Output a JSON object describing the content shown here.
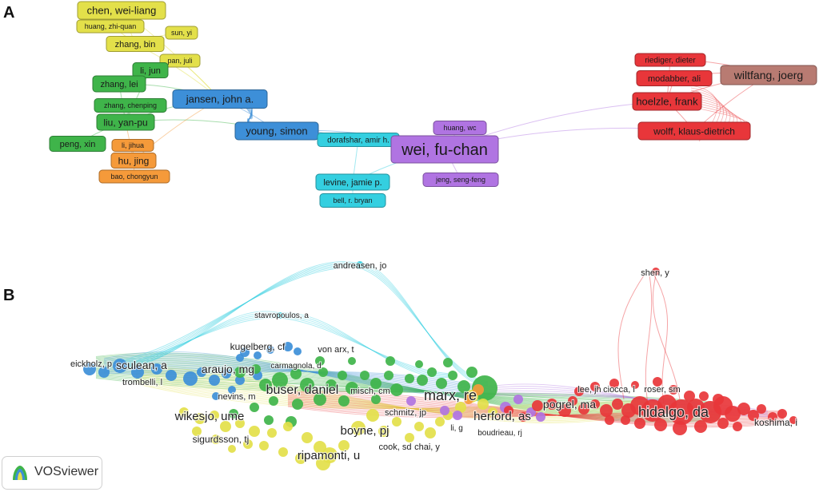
{
  "panels": [
    {
      "label": "A"
    },
    {
      "label": "B"
    }
  ],
  "logo": {
    "text": "VOSviewer"
  },
  "colors": {
    "yellow": "#e3e04a",
    "green": "#3fb44a",
    "blue": "#3d8fd8",
    "cyan": "#34cfe0",
    "purple": "#b074e2",
    "red": "#e8363a",
    "brown": "#b87b72",
    "orange": "#f59a3a"
  },
  "network_a": {
    "nodes": [
      {
        "label": "chen, wei-liang",
        "cluster": "yellow"
      },
      {
        "label": "huang, zhi-quan",
        "cluster": "yellow"
      },
      {
        "label": "sun, yi",
        "cluster": "yellow"
      },
      {
        "label": "zhang, bin",
        "cluster": "yellow"
      },
      {
        "label": "pan, juli",
        "cluster": "yellow"
      },
      {
        "label": "li, jun",
        "cluster": "green"
      },
      {
        "label": "zhang, lei",
        "cluster": "green"
      },
      {
        "label": "zhang, chenping",
        "cluster": "green"
      },
      {
        "label": "liu, yan-pu",
        "cluster": "green"
      },
      {
        "label": "peng, xin",
        "cluster": "green"
      },
      {
        "label": "li, jihua",
        "cluster": "orange"
      },
      {
        "label": "hu, jing",
        "cluster": "orange"
      },
      {
        "label": "bao, chongyun",
        "cluster": "orange"
      },
      {
        "label": "jansen, john a.",
        "cluster": "blue"
      },
      {
        "label": "young, simon",
        "cluster": "blue"
      },
      {
        "label": "dorafshar, amir h.",
        "cluster": "cyan"
      },
      {
        "label": "levine, jamie p.",
        "cluster": "cyan"
      },
      {
        "label": "bell, r. bryan",
        "cluster": "cyan"
      },
      {
        "label": "huang, wc",
        "cluster": "purple"
      },
      {
        "label": "wei, fu-chan",
        "cluster": "purple"
      },
      {
        "label": "jeng, seng-feng",
        "cluster": "purple"
      },
      {
        "label": "riediger, dieter",
        "cluster": "red"
      },
      {
        "label": "modabber, ali",
        "cluster": "red"
      },
      {
        "label": "wiltfang, joerg",
        "cluster": "brown"
      },
      {
        "label": "hoelzle, frank",
        "cluster": "red"
      },
      {
        "label": "wolff, klaus-dietrich",
        "cluster": "red"
      }
    ]
  },
  "network_b": {
    "labels": [
      {
        "label": "andreasen, jo",
        "cluster": "cyan"
      },
      {
        "label": "shen, y",
        "cluster": "red"
      },
      {
        "label": "stavropoulos, a",
        "cluster": "cyan"
      },
      {
        "label": "kugelberg, cf",
        "cluster": "blue"
      },
      {
        "label": "von arx, t",
        "cluster": "green"
      },
      {
        "label": "eickholz, p",
        "cluster": "blue"
      },
      {
        "label": "sculean, a",
        "cluster": "blue"
      },
      {
        "label": "araujo, mg",
        "cluster": "green"
      },
      {
        "label": "carmagnola, d",
        "cluster": "green"
      },
      {
        "label": "trombelli, l",
        "cluster": "blue"
      },
      {
        "label": "buser, daniel",
        "cluster": "green"
      },
      {
        "label": "nevins, m",
        "cluster": "blue"
      },
      {
        "label": "misch, cm",
        "cluster": "green"
      },
      {
        "label": "marx, re",
        "cluster": "green"
      },
      {
        "label": "lee, jh",
        "cluster": "red"
      },
      {
        "label": "ciocca, l",
        "cluster": "red"
      },
      {
        "label": "roser, sm",
        "cluster": "red"
      },
      {
        "label": "hidalgo, da",
        "cluster": "red"
      },
      {
        "label": "wikesjo, ume",
        "cluster": "yellow"
      },
      {
        "label": "schmitz, jp",
        "cluster": "yellow"
      },
      {
        "label": "herford, as",
        "cluster": "yellow"
      },
      {
        "label": "pogrel, ma",
        "cluster": "red"
      },
      {
        "label": "koshima, i",
        "cluster": "red"
      },
      {
        "label": "boyne, pj",
        "cluster": "yellow"
      },
      {
        "label": "li, g",
        "cluster": "purple"
      },
      {
        "label": "boudrieau, rj",
        "cluster": "purple"
      },
      {
        "label": "sigurdsson, tj",
        "cluster": "yellow"
      },
      {
        "label": "cook, sd",
        "cluster": "yellow"
      },
      {
        "label": "chai, y",
        "cluster": "yellow"
      },
      {
        "label": "ripamonti, u",
        "cluster": "yellow"
      }
    ]
  }
}
